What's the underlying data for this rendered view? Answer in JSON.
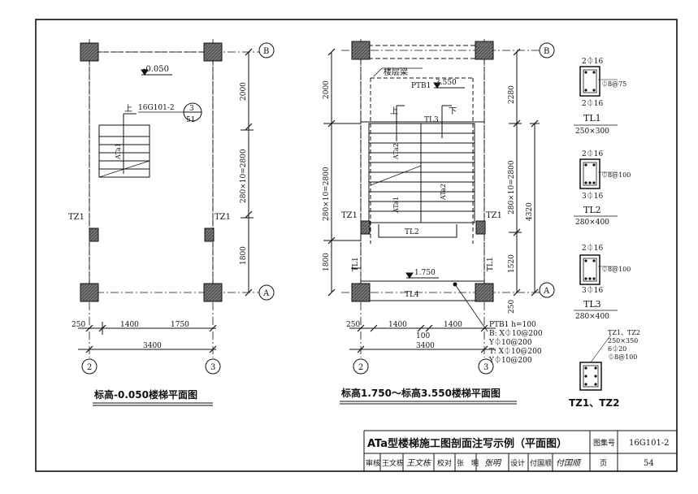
{
  "left_plan": {
    "elevation": "-0.050",
    "up": "上",
    "ref_code": "16G101-2",
    "ref_num": "3",
    "ref_page": "51",
    "stair": "ATa1",
    "tz_left": "TZ1",
    "tz_right": "TZ1",
    "dim_2000": "2000",
    "dim_mid": "280×10=2800",
    "dim_1800": "1800",
    "dim_250": "250",
    "dim_1400": "1400",
    "dim_1750": "1750",
    "dim_3400": "3400",
    "axis_b": "B",
    "axis_a": "A",
    "axis_2": "2",
    "axis_3": "3",
    "caption": "标高-0.050楼梯平面图"
  },
  "right_plan": {
    "beam": "楼层梁",
    "ptb1": "PTB1",
    "elev_top": "3.550",
    "up": "上",
    "down": "下",
    "tl3": "TL3",
    "ata2_left": "ATa2",
    "ata2_right": "ATa2",
    "ata1": "ATa1",
    "tl2": "TL2",
    "tl1_left": "TL1",
    "tl1_right": "TL1",
    "tz_left": "TZ1",
    "tz_right": "TZ1",
    "elev_mid": "1.750",
    "tl4": "TL4",
    "dim_2000": "2000",
    "dim_mid_left": "280×10=2800",
    "dim_1800": "1800",
    "dim_2280": "2280",
    "dim_mid_right": "280×10=2800",
    "dim_4320": "4320",
    "dim_1520": "1520",
    "dim_250_right": "250",
    "dim_250": "250",
    "dim_1400": "1400",
    "dim_100": "100",
    "dim_1400b": "1400",
    "dim_3400": "3400",
    "axis_b": "B",
    "axis_a": "A",
    "axis_2": "2",
    "axis_3": "3",
    "ptb_note": [
      "PTB1  h=100",
      "B: X⏀10@200",
      "   Y⏀10@200",
      "T: X⏀10@200",
      "   Y⏀10@200"
    ],
    "caption": "标高1.750～标高3.550楼梯平面图"
  },
  "sections": [
    {
      "top": "2⏀16",
      "stirrup": "⏀8@75",
      "bottom": "2⏀16",
      "name": "TL1",
      "size": "250×300"
    },
    {
      "top": "2⏀16",
      "stirrup": "⏀8@100",
      "bottom": "3⏀16",
      "name": "TL2",
      "size": "280×400"
    },
    {
      "top": "2⏀16",
      "stirrup": "⏀8@100",
      "bottom": "3⏀16",
      "name": "TL3",
      "size": "280×400"
    }
  ],
  "column": {
    "names": "TZ1、TZ2",
    "size": "250×350",
    "bars": "6⏀20",
    "stirrup": "⏀8@100",
    "caption": "TZ1、TZ2"
  },
  "title_block": {
    "title": "ATa型楼梯施工图剖面注写示例（平面图）",
    "atlas_label": "图集号",
    "atlas_no": "16G101-2",
    "review_label": "审核",
    "reviewer": "王文栋",
    "reviewer_sign": "王文栋",
    "check_label": "校对",
    "checker": "张　明",
    "checker_sign": "张明",
    "design_label": "设计",
    "designer": "付国顺",
    "designer_sign": "付国顺",
    "page_label": "页",
    "page_no": "54"
  }
}
